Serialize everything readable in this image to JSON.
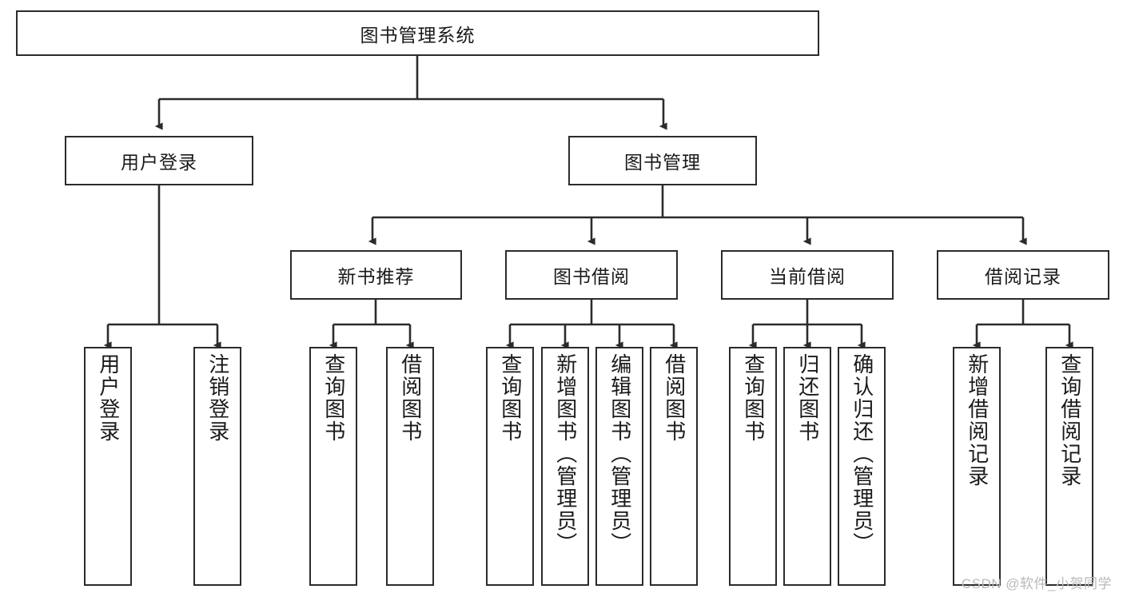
{
  "diagram": {
    "title": "图书管理系统",
    "type": "tree-hierarchy-diagram",
    "root": {
      "id": "root",
      "label": "图书管理系统"
    },
    "level2": [
      {
        "id": "user-login",
        "label": "用户登录"
      },
      {
        "id": "book-manage",
        "label": "图书管理"
      }
    ],
    "level3": [
      {
        "id": "new-book-rec",
        "label": "新书推荐"
      },
      {
        "id": "book-borrow",
        "label": "图书借阅"
      },
      {
        "id": "current-borrow",
        "label": "当前借阅"
      },
      {
        "id": "borrow-record",
        "label": "借阅记录"
      }
    ],
    "leaves": [
      {
        "id": "leaf-user-login",
        "label": "用户登录",
        "parent": "user-login"
      },
      {
        "id": "leaf-user-logout",
        "label": "注销登录",
        "parent": "user-login"
      },
      {
        "id": "leaf-query-book-1",
        "label": "查询图书",
        "parent": "new-book-rec"
      },
      {
        "id": "leaf-borrow-book-1",
        "label": "借阅图书",
        "parent": "new-book-rec"
      },
      {
        "id": "leaf-query-book-2",
        "label": "查询图书",
        "parent": "book-borrow"
      },
      {
        "id": "leaf-add-book",
        "label": "新增图书（管理员）",
        "parent": "book-borrow"
      },
      {
        "id": "leaf-edit-book",
        "label": "编辑图书（管理员）",
        "parent": "book-borrow"
      },
      {
        "id": "leaf-borrow-book-2",
        "label": "借阅图书",
        "parent": "book-borrow"
      },
      {
        "id": "leaf-query-book-3",
        "label": "查询图书",
        "parent": "current-borrow"
      },
      {
        "id": "leaf-return-book",
        "label": "归还图书",
        "parent": "current-borrow"
      },
      {
        "id": "leaf-confirm-return",
        "label": "确认归还（管理员）",
        "parent": "current-borrow"
      },
      {
        "id": "leaf-add-record",
        "label": "新增借阅记录",
        "parent": "borrow-record"
      },
      {
        "id": "leaf-query-record",
        "label": "查询借阅记录",
        "parent": "borrow-record"
      }
    ]
  },
  "watermark": {
    "text": "CSDN @软件_小贺同学"
  },
  "colors": {
    "stroke": "#2b2b2b",
    "box_fill": "#ffffff",
    "text": "#1a1a1a",
    "watermark": "#b9b9b9",
    "background": "#ffffff"
  }
}
